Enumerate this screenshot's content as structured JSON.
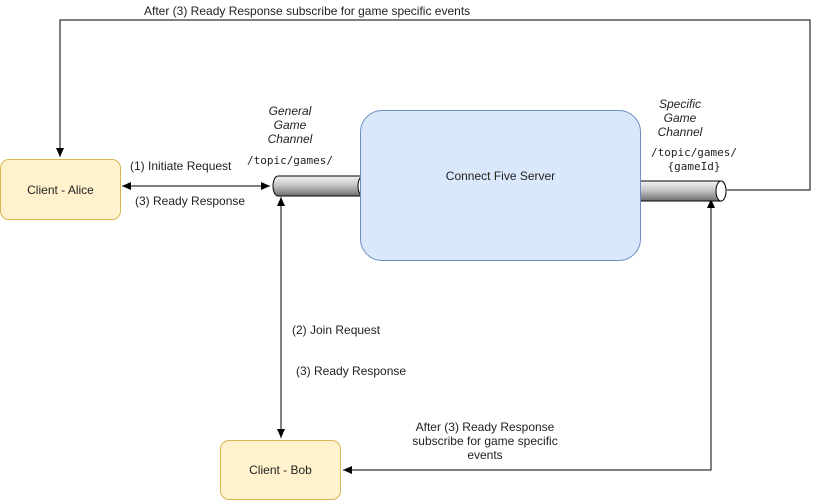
{
  "nodes": {
    "alice": "Client - Alice",
    "bob": "Client - Bob",
    "server": "Connect Five Server"
  },
  "channels": {
    "general": {
      "title_lines": [
        "General",
        "Game",
        "Channel"
      ],
      "path": "/topic/games/"
    },
    "specific": {
      "title_lines": [
        "Specific",
        "Game",
        "Channel"
      ],
      "path_lines": [
        "/topic/games/",
        "{gameId}"
      ]
    }
  },
  "edges": {
    "top_loop": "After (3) Ready Response subscribe for game specific events",
    "initiate": "(1) Initiate Request",
    "ready_alice": "(3) Ready Response",
    "join": "(2) Join Request",
    "ready_bob": "(3) Ready Response",
    "bob_subscribe_lines": [
      "After (3) Ready Response",
      "subscribe for game specific",
      "events"
    ]
  },
  "colors": {
    "client_fill": "#fff2cc",
    "client_border": "#d6b656",
    "server_fill": "#dae8fc",
    "server_border": "#6c8ebf",
    "line": "#000000"
  }
}
